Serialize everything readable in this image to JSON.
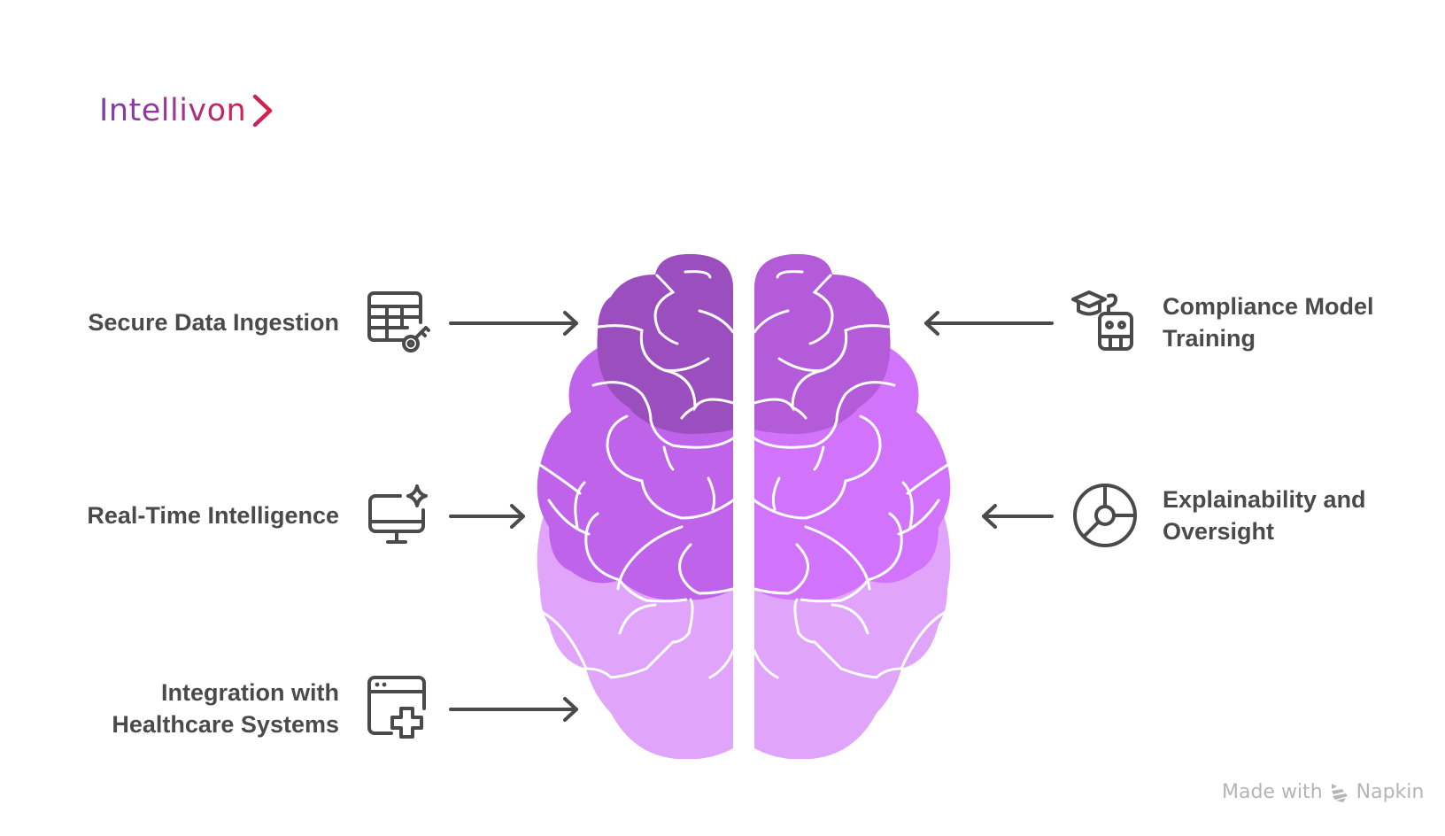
{
  "brand": {
    "name": "Intellivon",
    "gradient": [
      "#7b3fb0",
      "#d91f4a"
    ]
  },
  "diagram": {
    "center": "brain",
    "colors": {
      "text": "#4a4a4a",
      "lobe_top_left": "#9b4fbf",
      "lobe_top_right": "#b35bd9",
      "lobe_mid_left": "#bf63ea",
      "lobe_mid_right": "#d174fb",
      "lobe_bottom": "#e0a4fa",
      "sulci": "#ffffff"
    },
    "left_items": [
      {
        "label": "Secure Data Ingestion",
        "icon": "table-key-icon"
      },
      {
        "label": "Real-Time Intelligence",
        "icon": "monitor-sparkle-icon"
      },
      {
        "label_line1": "Integration with",
        "label_line2": "Healthcare Systems",
        "icon": "browser-plus-icon"
      }
    ],
    "right_items": [
      {
        "label_line1": "Compliance Model",
        "label_line2": "Training",
        "icon": "graduation-robot-icon"
      },
      {
        "label_line1": "Explainability and",
        "label_line2": "Oversight",
        "icon": "steering-wheel-icon"
      }
    ]
  },
  "footer": {
    "made_with": "Made with",
    "brand": "Napkin"
  }
}
